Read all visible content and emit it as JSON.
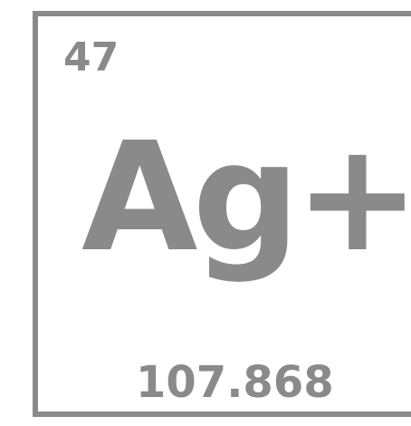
{
  "element": {
    "atomic_number": "47",
    "symbol": "Ag+",
    "atomic_mass": "107.868"
  },
  "colors": {
    "border": "#8a8a8a",
    "text": "#8a8a8a",
    "background": "#ffffff"
  }
}
